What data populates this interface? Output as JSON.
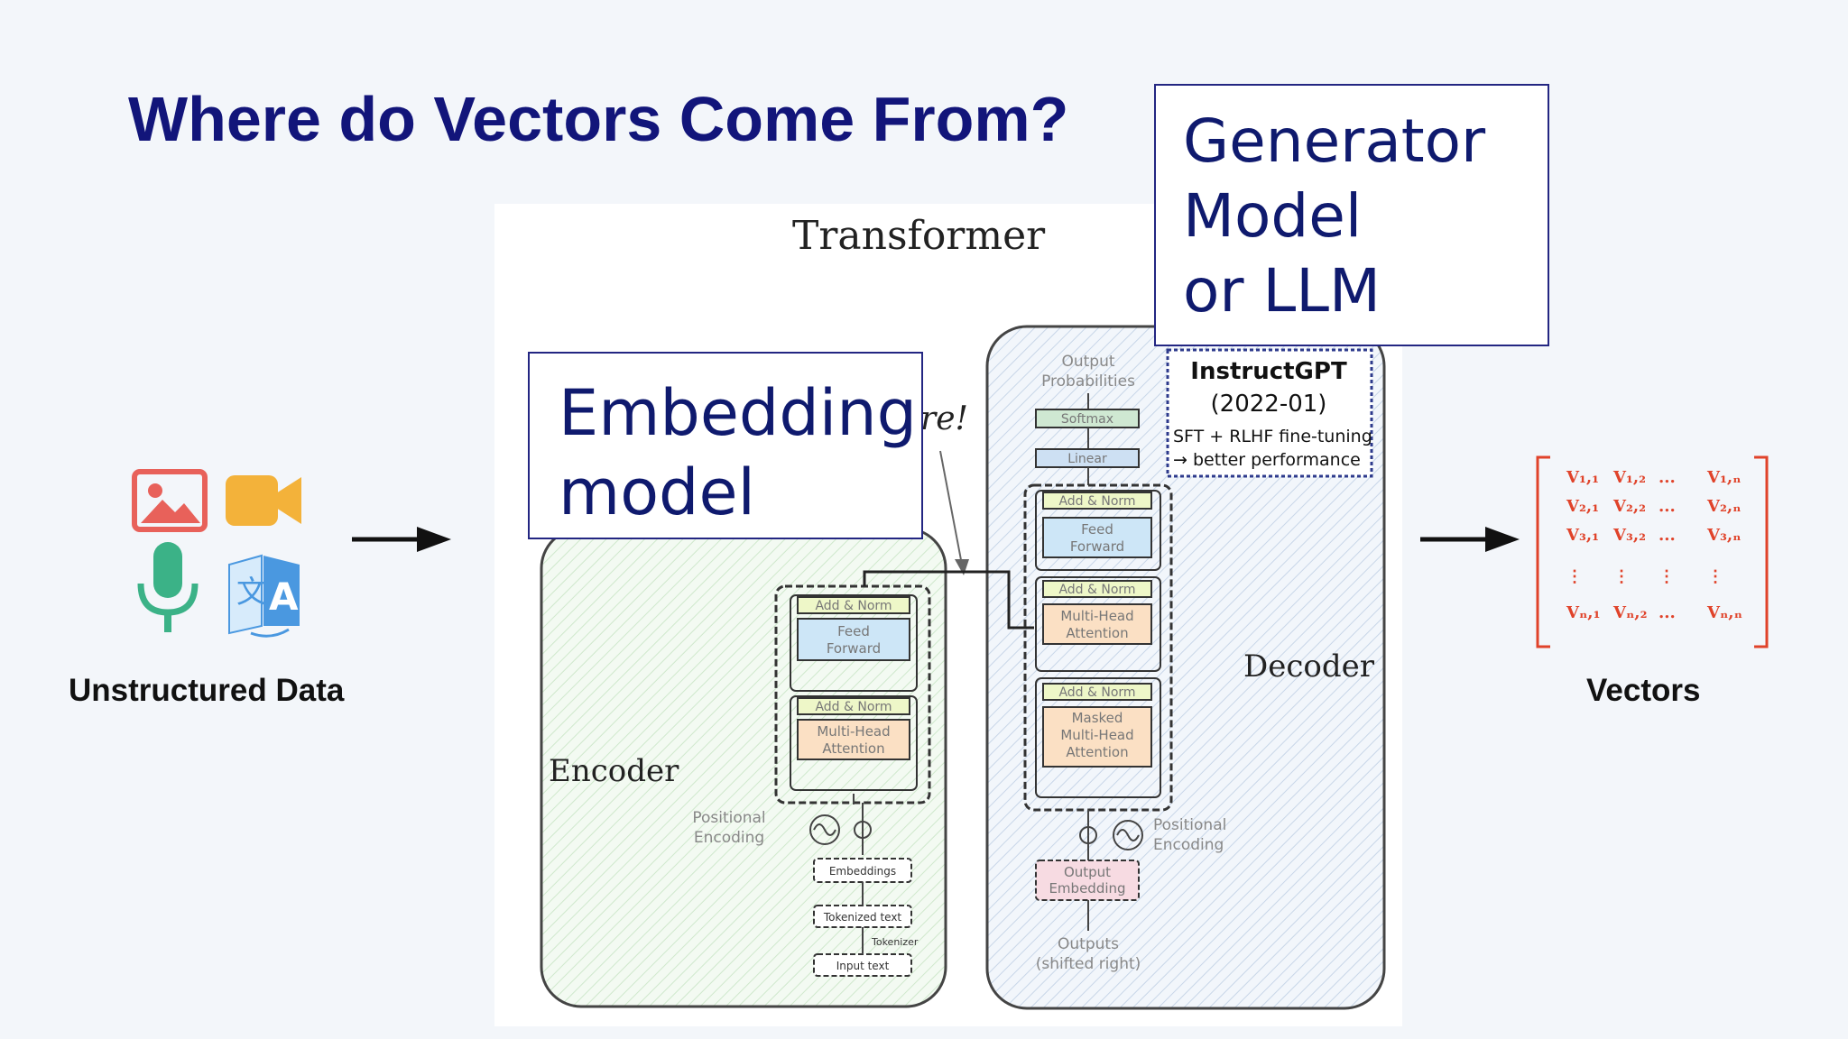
{
  "slide": {
    "title": "Where do Vectors Come From?",
    "input_label": "Unstructured Data",
    "output_label": "Vectors",
    "generator_box": [
      "Generator",
      "Model",
      "or LLM"
    ],
    "embedding_box": [
      "Embedding",
      "model"
    ]
  },
  "icons": [
    "image-icon",
    "video-camera-icon",
    "microphone-icon",
    "translate-icon"
  ],
  "colors": {
    "title": "#12157a",
    "box_text": "#0f1a6e",
    "vector": "#e0432a",
    "image_icon": "#e8615a",
    "video_icon": "#f3b23a",
    "mic_icon": "#3bb287",
    "translate_icon": "#4a98e0"
  },
  "diagram": {
    "title": "Transformer",
    "encoder_label": "Encoder",
    "decoder_label": "Decoder",
    "annotation": "re!",
    "instruct": {
      "title": "InstructGPT",
      "date": "(2022-01)",
      "line1": "SFT + RLHF fine-tuning",
      "line2": "→ better performance"
    },
    "encoder": {
      "add_norm": "Add & Norm",
      "feed_forward": [
        "Feed",
        "Forward"
      ],
      "attention": [
        "Multi-Head",
        "Attention"
      ],
      "positional": [
        "Positional",
        "Encoding"
      ],
      "embeddings": "Embeddings",
      "tokenized": "Tokenized text",
      "tokenizer": "Tokenizer",
      "input": "Input text"
    },
    "decoder": {
      "output_probabilities": [
        "Output",
        "Probabilities"
      ],
      "softmax": "Softmax",
      "linear": "Linear",
      "add_norm": "Add & Norm",
      "feed_forward": [
        "Feed",
        "Forward"
      ],
      "attention": [
        "Multi-Head",
        "Attention"
      ],
      "masked_attention": [
        "Masked",
        "Multi-Head",
        "Attention"
      ],
      "positional": [
        "Positional",
        "Encoding"
      ],
      "output_embedding": [
        "Output",
        "Embedding"
      ],
      "outputs": [
        "Outputs",
        "(shifted right)"
      ]
    }
  },
  "vectors": {
    "rows": [
      [
        "V₁,₁",
        "V₁,₂",
        "...",
        "V₁,ₙ"
      ],
      [
        "V₂,₁",
        "V₂,₂",
        "...",
        "V₂,ₙ"
      ],
      [
        "V₃,₁",
        "V₃,₂",
        "...",
        "V₃,ₙ"
      ],
      [
        "⋮",
        "⋮",
        "⋮",
        "⋮"
      ],
      [
        "Vₙ,₁",
        "Vₙ,₂",
        "...",
        "Vₙ,ₙ"
      ]
    ]
  }
}
